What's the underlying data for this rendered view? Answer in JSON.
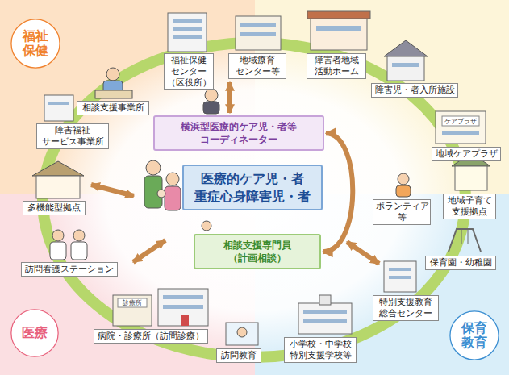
{
  "diagram": {
    "nodes": [
      {
        "text": [
          "福祉 保健"
        ]
      },
      {
        "text": [
          "相談支援事業所"
        ]
      },
      {
        "text": [
          "福祉保健 センター （区役所）"
        ]
      },
      {
        "text": [
          "地域療育 センター等"
        ]
      },
      {
        "text": [
          "障害者地域 活動ホーム"
        ]
      },
      {
        "text": [
          "障害児・者入所施設"
        ]
      },
      {
        "text": [
          "横浜型医療的ケア児・者等 コーディネーター"
        ]
      },
      {
        "text": [
          "障害福祉 サービス事業所"
        ]
      },
      {
        "text": [
          "地域ケアプラザ"
        ]
      },
      {
        "text": [
          "医療的ケア児・者 重症心身障害児・者"
        ]
      },
      {
        "text": [
          "多機能型拠点"
        ]
      },
      {
        "text": [
          "ボランティア 等"
        ]
      },
      {
        "text": [
          "地域子育て 支援拠点"
        ]
      },
      {
        "text": [
          "相談支援専門員 （計画相談）"
        ]
      },
      {
        "text": [
          "訪問看護ステーション"
        ]
      },
      {
        "text": [
          "保育園・幼稚園"
        ]
      },
      {
        "text": [
          "特別支援教育 総合センター"
        ]
      },
      {
        "text": [
          "医療"
        ]
      },
      {
        "text": [
          "病院・診療所（訪問診療）"
        ]
      },
      {
        "text": [
          "訪問教育"
        ]
      },
      {
        "text": [
          "小学校・中学校 特別支援学校等"
        ]
      },
      {
        "text": [
          "保育 教育"
        ]
      }
    ],
    "edges": [
      {
        "from": 6,
        "to": 13,
        "arrow": "both"
      }
    ],
    "labels": [
      "ケアプラザ",
      "診療所"
    ]
  }
}
